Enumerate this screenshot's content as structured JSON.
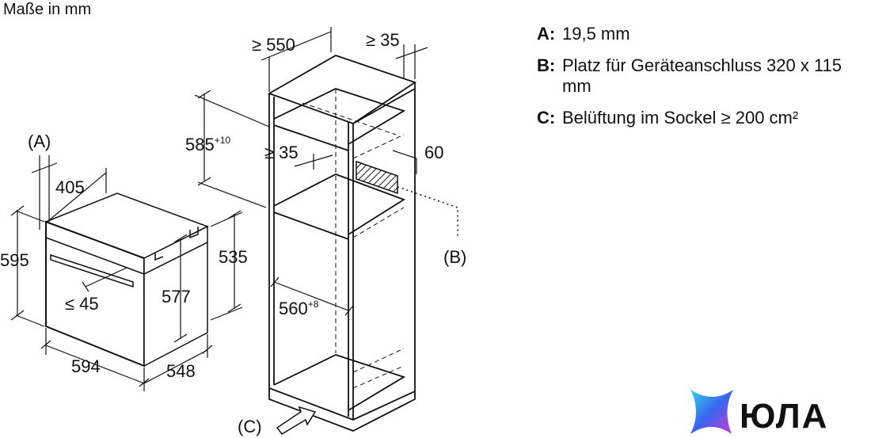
{
  "title": "Maße in mm",
  "oven": {
    "a_label": "(A)",
    "depth_front": "405",
    "height_total": "595",
    "handle_gap": "≤ 45",
    "inner_height": "577",
    "rear_height": "535",
    "width": "594",
    "depth": "548"
  },
  "cabinet": {
    "top_depth": "≥ 550",
    "rear_gap": "≥ 35",
    "niche_height_base": "585",
    "niche_height_sup": "+10",
    "shelf_gap": "≥ 35",
    "side_60": "60",
    "b_label": "(B)",
    "niche_width_base": "560",
    "niche_width_sup": "+8",
    "c_label": "(C)"
  },
  "legend": [
    {
      "key": "A:",
      "text": "19,5 mm"
    },
    {
      "key": "B:",
      "text": "Platz für Geräteanschluss 320 x 115 mm"
    },
    {
      "key": "C:",
      "text": "Belüftung im Sockel ≥ 200 cm²"
    }
  ],
  "brand": {
    "name": "ЮЛА",
    "colors": {
      "cyan": "#35d4e8",
      "blue": "#3a63f0",
      "magenta": "#d43ad0"
    }
  }
}
